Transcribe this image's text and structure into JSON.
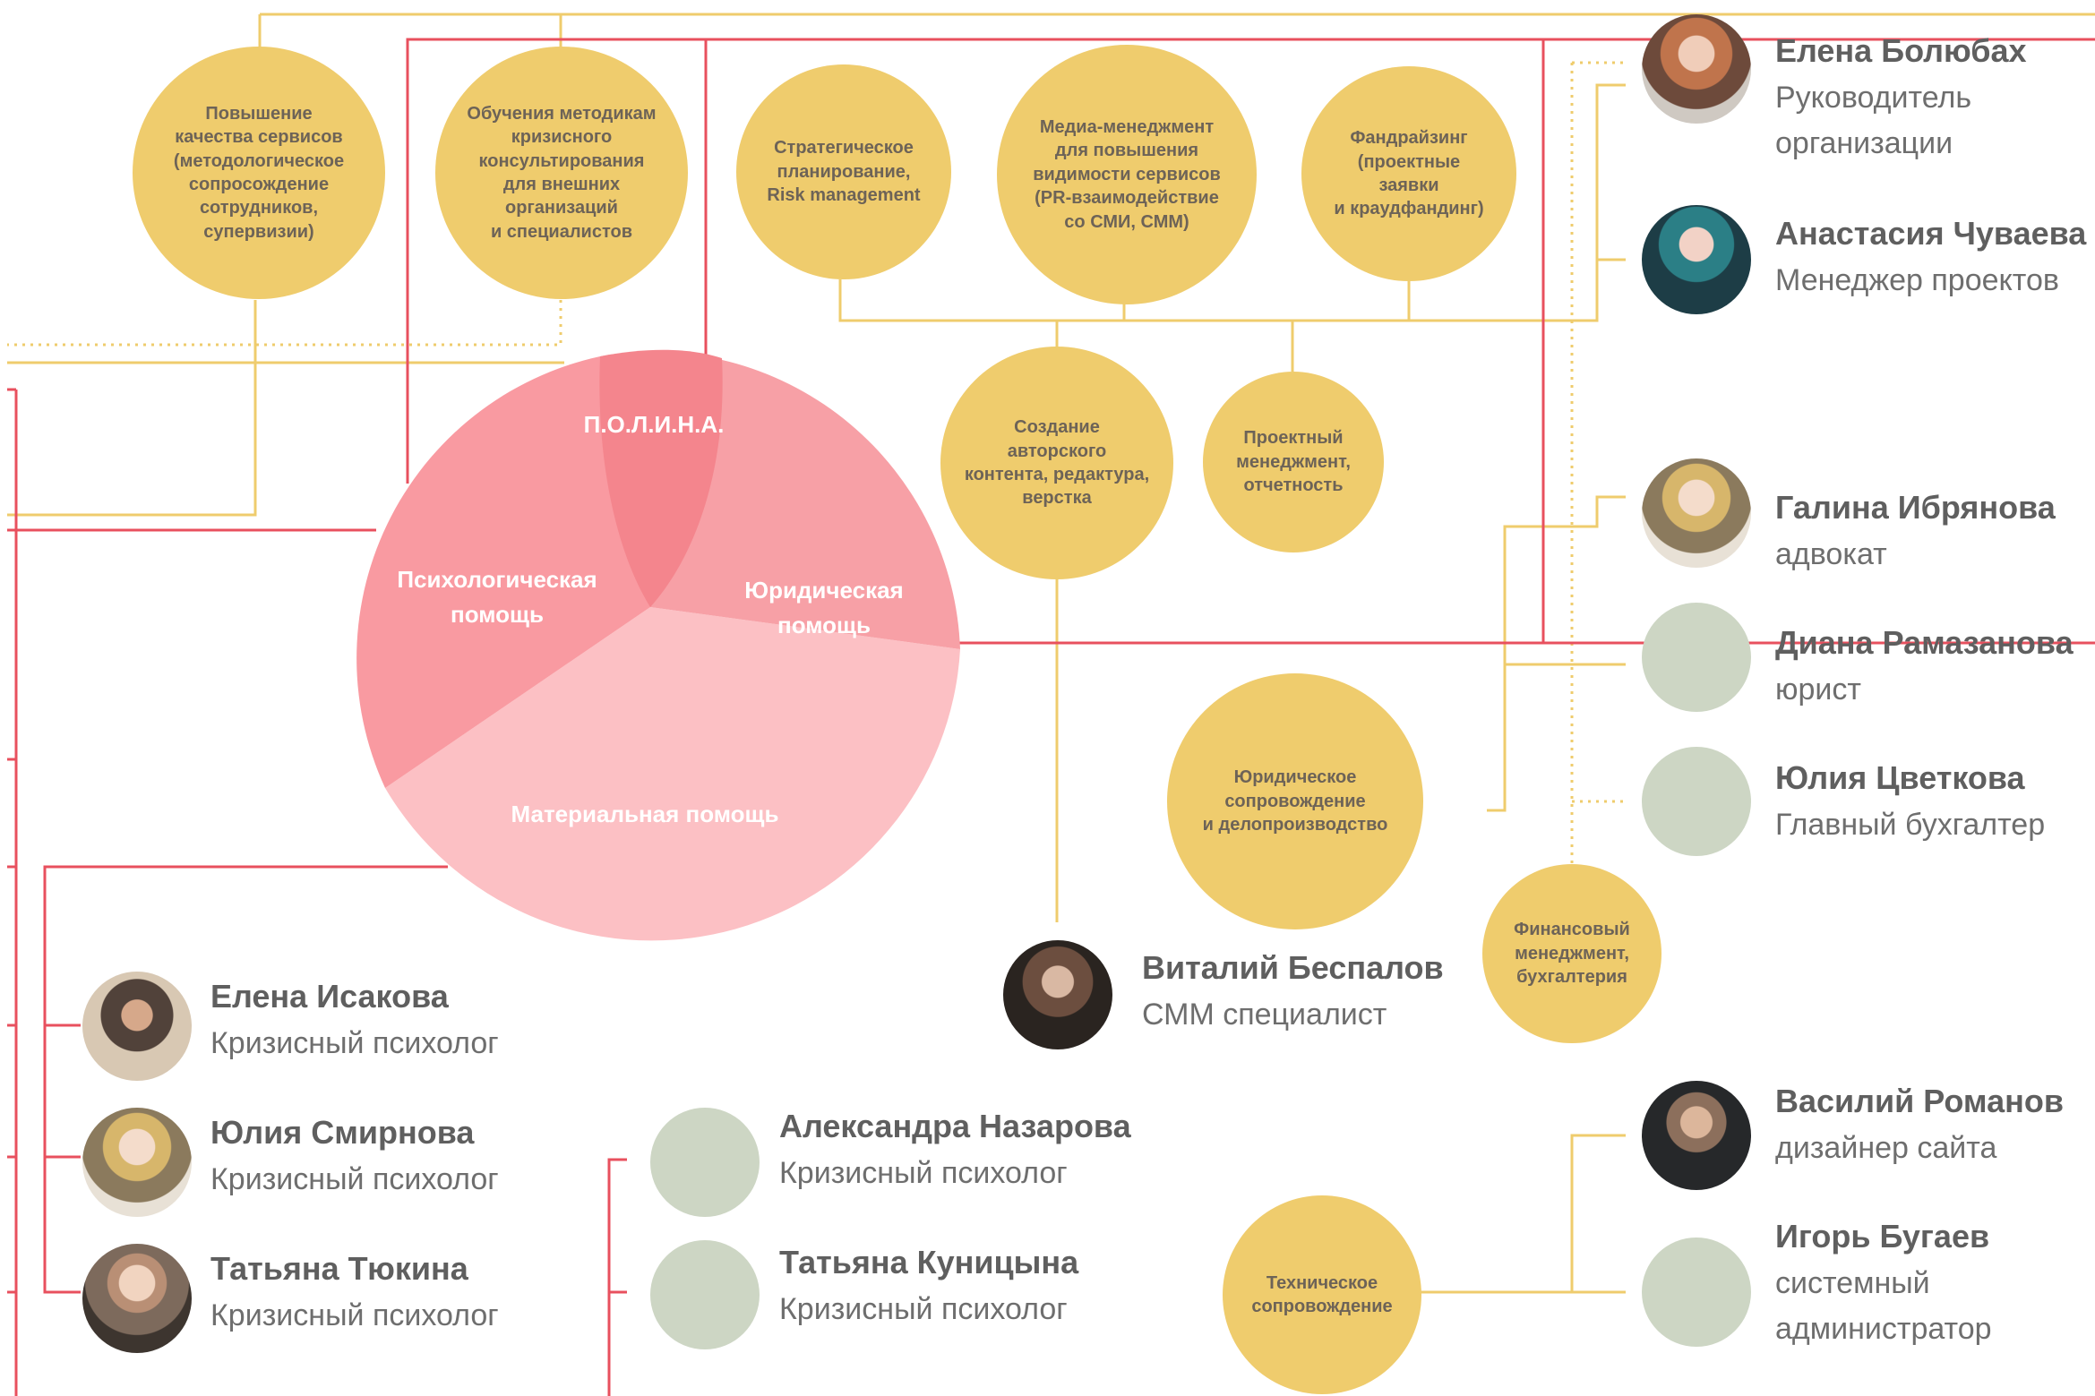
{
  "colors": {
    "wire_red": "#e8505e",
    "wire_yellow": "#efcc6d",
    "bubble": "#efcc6d",
    "bubble_text": "#6d6357",
    "avatar_placeholder": "#cdd6c4",
    "pie_psych": "#f99aa1",
    "pie_legal": "#f7a0a6",
    "pie_material": "#fcc0c4",
    "pie_center": "#f4858d"
  },
  "pie": {
    "center": "П.О.Л.И.Н.А.",
    "psych": "Психологическая\nпомощь",
    "legal": "Юридическая\nпомощь",
    "material": "Материальная помощь"
  },
  "bubbles": {
    "quality": "Повышение\nкачества сервисов\n(методологическое\nсопросождение\nсотрудников,\nсупервизии)",
    "training": "Обучения методикам\nкризисного\nконсультирования\nдля внешних\nорганизаций\nи специалистов",
    "strategy": "Стратегическое\nпланирование,\nRisk management",
    "media": "Медиа-менеджмент\nдля повышения\nвидимости сервисов\n(PR-взаимодействие\nсо СМИ, СММ)",
    "fundraising": "Фандрайзинг\n(проектные\nзаявки\nи краудфандинг)",
    "content": "Создание авторского\nконтента, редактура,\nверстка",
    "project": "Проектный\nменеджмент,\nотчетность",
    "legal_support": "Юридическое\nсопровождение\nи делопроизводство",
    "finance": "Финансовый\nменеджмент,\nбухгалтерия",
    "tech": "Техническое\nсопровождение"
  },
  "people": [
    {
      "name": "Елена Болюбах",
      "role": "Руководитель\nорганизации",
      "avatar": "photo-red"
    },
    {
      "name": "Анастасия Чуваева",
      "role": "Менеджер проектов",
      "avatar": "photo-teal"
    },
    {
      "name": "Галина Ибрянова",
      "role": "адвокат",
      "avatar": "photo-blond"
    },
    {
      "name": "Диана Рамазанова",
      "role": "юрист",
      "avatar": "placeholder"
    },
    {
      "name": "Юлия Цветкова",
      "role": "Главный бухгалтер",
      "avatar": "placeholder"
    },
    {
      "name": "Виталий Беспалов",
      "role": "СММ специалист",
      "avatar": "photo-dark"
    },
    {
      "name": "Елена Исакова",
      "role": "Кризисный психолог",
      "avatar": "photo-wall"
    },
    {
      "name": "Юлия Смирнова",
      "role": "Кризисный психолог",
      "avatar": "photo-blond"
    },
    {
      "name": "Татьяна Тюкина",
      "role": "Кризисный психолог",
      "avatar": "photo"
    },
    {
      "name": "Александра Назарова",
      "role": "Кризисный психолог",
      "avatar": "placeholder"
    },
    {
      "name": "Татьяна Куницына",
      "role": "Кризисный психолог",
      "avatar": "placeholder"
    },
    {
      "name": "Василий Романов",
      "role": "дизайнер сайта",
      "avatar": "photo-man"
    },
    {
      "name": "Игорь Бугаев",
      "role": "системный\nадминистратор",
      "avatar": "placeholder"
    }
  ]
}
